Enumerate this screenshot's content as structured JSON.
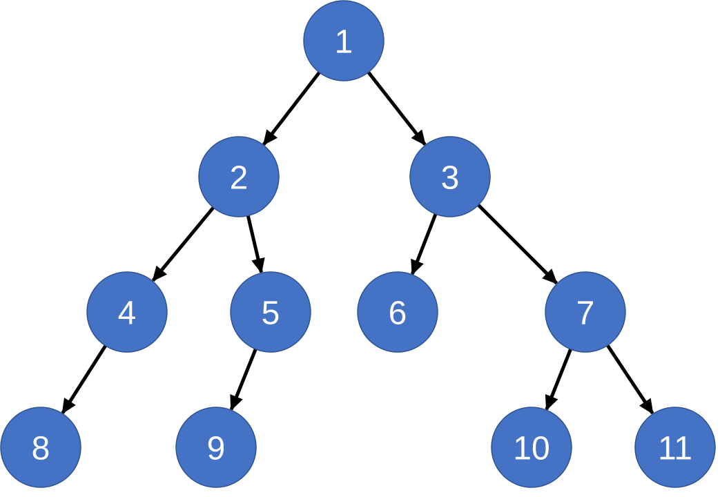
{
  "colors": {
    "node_fill": "#4472C4",
    "node_stroke": "#2F528F",
    "label": "#FFFFFF",
    "edge": "#000000",
    "background": "#FFFFFF"
  },
  "nodes": [
    {
      "id": "1",
      "label": "1"
    },
    {
      "id": "2",
      "label": "2"
    },
    {
      "id": "3",
      "label": "3"
    },
    {
      "id": "4",
      "label": "4"
    },
    {
      "id": "5",
      "label": "5"
    },
    {
      "id": "6",
      "label": "6"
    },
    {
      "id": "7",
      "label": "7"
    },
    {
      "id": "8",
      "label": "8"
    },
    {
      "id": "9",
      "label": "9"
    },
    {
      "id": "10",
      "label": "10"
    },
    {
      "id": "11",
      "label": "11"
    }
  ],
  "edges": [
    {
      "from": "1",
      "to": "2"
    },
    {
      "from": "1",
      "to": "3"
    },
    {
      "from": "2",
      "to": "4"
    },
    {
      "from": "2",
      "to": "5"
    },
    {
      "from": "3",
      "to": "6"
    },
    {
      "from": "3",
      "to": "7"
    },
    {
      "from": "4",
      "to": "8"
    },
    {
      "from": "5",
      "to": "9"
    },
    {
      "from": "7",
      "to": "10"
    },
    {
      "from": "7",
      "to": "11"
    }
  ]
}
